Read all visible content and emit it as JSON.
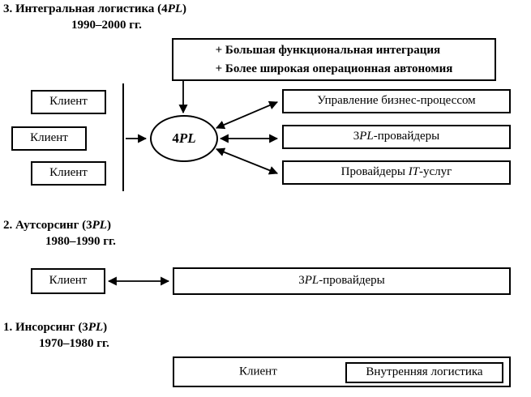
{
  "s3": {
    "title": [
      "3. Интегральная логистика (4",
      "PL",
      ")"
    ],
    "years": "1990–2000 гг.",
    "integration": [
      "+ Большая функциональная интеграция",
      "+ Более широкая операционная автономия"
    ],
    "clients": [
      "Клиент",
      "Клиент",
      "Клиент"
    ],
    "hub": [
      "4",
      "PL"
    ],
    "boxes": {
      "business": "Управление бизнес-процессом",
      "pl3": [
        "3",
        "PL",
        "-провайдеры"
      ],
      "it": [
        "Провайдеры ",
        "IT",
        "-услуг"
      ]
    }
  },
  "s2": {
    "title": [
      "2. Аутсорсинг (3",
      "PL",
      ")"
    ],
    "years": "1980–1990 гг.",
    "client": "Клиент",
    "provider": [
      "3",
      "PL",
      "-провайдеры"
    ]
  },
  "s1": {
    "title": [
      "1. Инсорсинг (3",
      "PL",
      ")"
    ],
    "years": "1970–1980 гг.",
    "client": "Клиент",
    "inner": "Внутренняя логистика"
  },
  "colors": {
    "ink": "#000000",
    "background": "#ffffff"
  }
}
